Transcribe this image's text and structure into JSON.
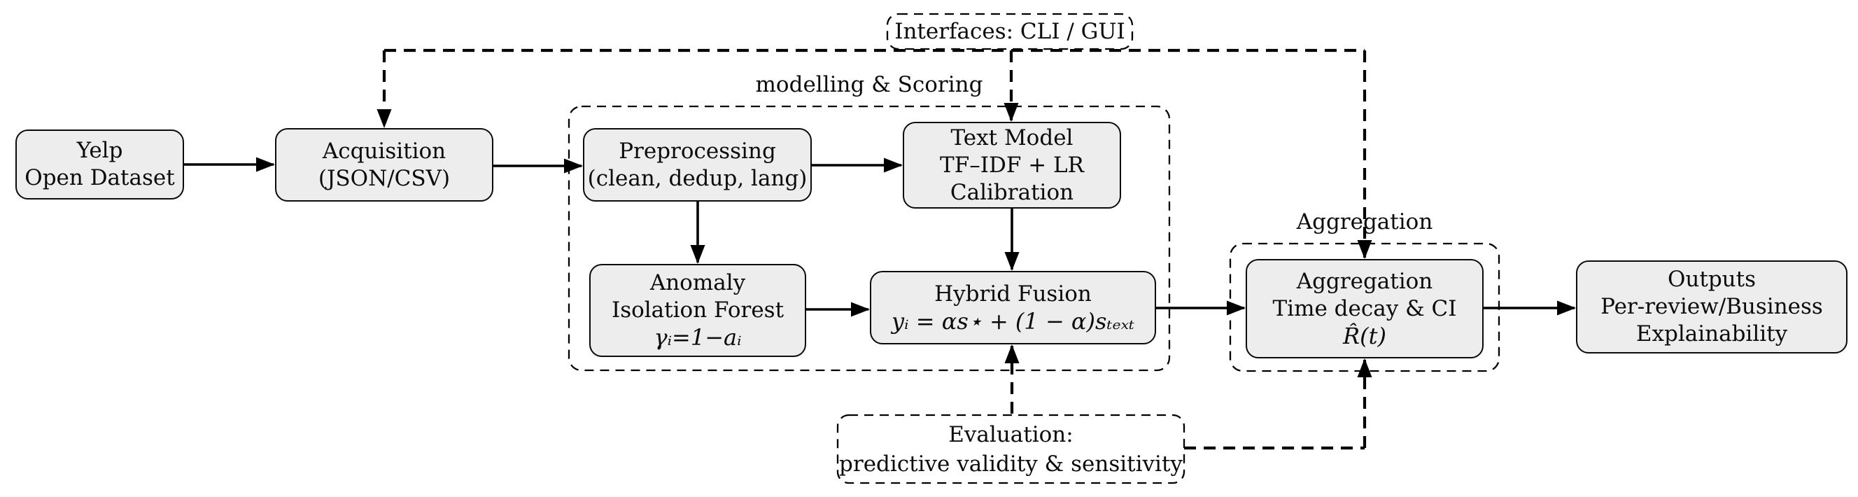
{
  "diagram": {
    "title_implicit": "review scoring pipeline",
    "colors": {
      "node_fill": "#ededed",
      "stroke": "#000000",
      "background": "#ffffff"
    },
    "nodes": {
      "yelp": {
        "lines": [
          "Yelp",
          "Open Dataset"
        ]
      },
      "acquisition": {
        "lines": [
          "Acquisition",
          "(JSON/CSV)"
        ]
      },
      "preprocessing": {
        "lines": [
          "Preprocessing",
          "(clean, dedup, lang)"
        ]
      },
      "text_model": {
        "lines": [
          "Text Model",
          "TF–IDF + LR",
          "Calibration"
        ]
      },
      "anomaly": {
        "lines": [
          "Anomaly",
          "Isolation Forest",
          "γᵢ=1−aᵢ"
        ]
      },
      "hybrid": {
        "lines": [
          "Hybrid Fusion",
          "yᵢ = αs⋆ + (1 − α)sₜₑₓₜ"
        ]
      },
      "aggregation": {
        "lines": [
          "Aggregation",
          "Time decay & CI",
          "R̂(t)"
        ]
      },
      "outputs": {
        "lines": [
          "Outputs",
          "Per-review/Business",
          "Explainability"
        ]
      }
    },
    "groups": {
      "modelling": {
        "label": "modelling & Scoring"
      },
      "aggregation_group": {
        "label": "Aggregation"
      }
    },
    "annotations": {
      "interfaces": {
        "label": "Interfaces: CLI / GUI"
      },
      "evaluation": {
        "lines": [
          "Evaluation:",
          "predictive validity & sensitivity"
        ]
      }
    }
  }
}
